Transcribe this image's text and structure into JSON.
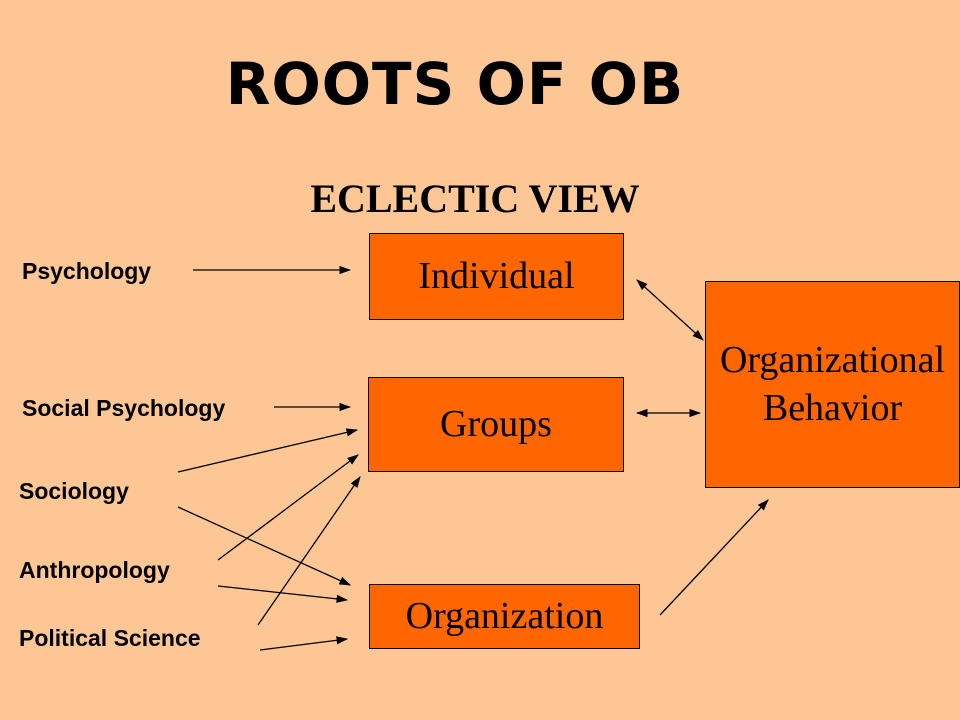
{
  "slide": {
    "title": "ROOTS OF OB",
    "subtitle": "ECLECTIC VIEW"
  },
  "levels": {
    "individual": "Individual",
    "groups": "Groups",
    "organization": "Organization"
  },
  "outcome": {
    "line1": "Organizational",
    "line2": "Behavior"
  },
  "disciplines": {
    "psychology": "Psychology",
    "social_psychology": "Social Psychology",
    "sociology": "Sociology",
    "anthropology": "Anthropology",
    "political_science": "Political Science"
  },
  "colors": {
    "background": "#FDC795",
    "box_fill": "#FF6600"
  }
}
